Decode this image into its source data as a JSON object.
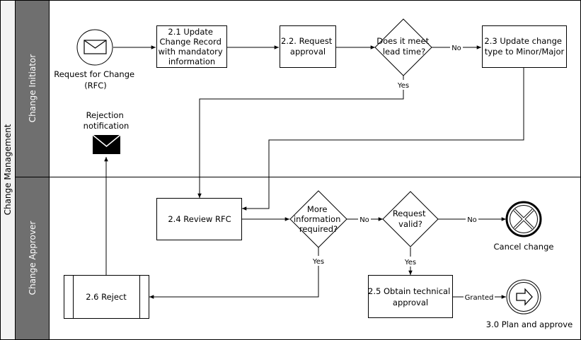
{
  "pool": {
    "title": "Change Management"
  },
  "lanes": {
    "initiator": "Change Initiator",
    "approver": "Change Approver"
  },
  "events": {
    "start": [
      "Request for Change",
      "(RFC)"
    ],
    "rejection": [
      "Rejection",
      "notification"
    ],
    "cancel": [
      "Cancel change"
    ],
    "plan": [
      "3.0 Plan and approve"
    ]
  },
  "tasks": {
    "update_record": [
      "2.1 Update",
      "Change Record",
      "with mandatory",
      "information"
    ],
    "request_approval": [
      "2.2. Request",
      "approval"
    ],
    "update_type": [
      "2.3 Update change",
      "type to Minor/Major"
    ],
    "review_rfc": [
      "2.4 Review RFC"
    ],
    "technical_approval": [
      "2.5 Obtain technical",
      "approval"
    ],
    "reject": [
      "2.6 Reject"
    ]
  },
  "gateways": {
    "lead_time": [
      "Does it meet",
      "lead time?"
    ],
    "more_info": [
      "More",
      "information",
      "required?"
    ],
    "request_valid": [
      "Request",
      "valid?"
    ]
  },
  "flow_labels": {
    "lead_no": "No",
    "lead_yes": "Yes",
    "info_no": "No",
    "info_yes": "Yes",
    "valid_no": "No",
    "valid_yes": "Yes",
    "granted": "Granted"
  },
  "colors": {
    "lane_header": "#6f6f6f",
    "pool_header": "#f2f2f2",
    "stroke": "#000000"
  }
}
